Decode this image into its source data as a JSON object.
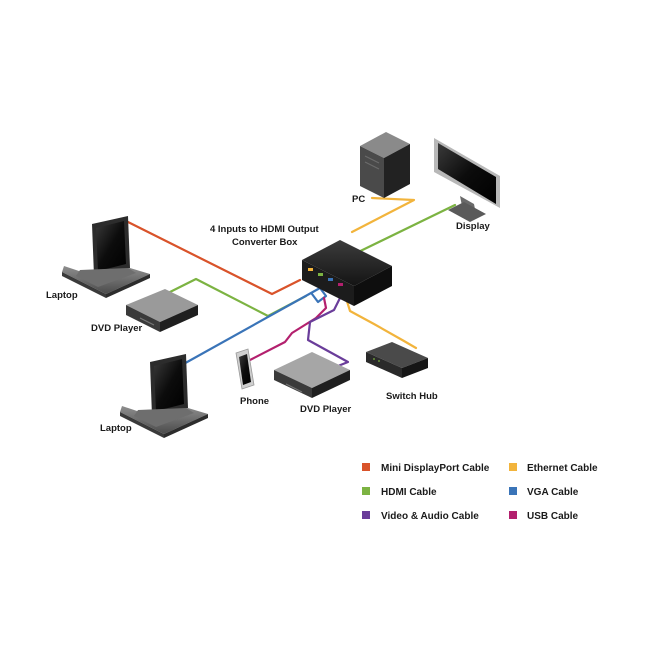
{
  "hub": {
    "title_line1": "4 Inputs to HDMI Output",
    "title_line2": "Converter Box"
  },
  "devices": {
    "laptop_top": "Laptop",
    "dvd_left": "DVD Player",
    "laptop_bottom": "Laptop",
    "phone": "Phone",
    "dvd_bottom": "DVD Player",
    "switch_hub": "Switch Hub",
    "pc": "PC",
    "display": "Display"
  },
  "legend": [
    {
      "label": "Mini DisplayPort Cable",
      "color": "#d9532a"
    },
    {
      "label": "HDMI Cable",
      "color": "#7cb342"
    },
    {
      "label": "Video & Audio Cable",
      "color": "#6a3d9a"
    },
    {
      "label": "Ethernet Cable",
      "color": "#f2b43c"
    },
    {
      "label": "VGA Cable",
      "color": "#3a74b8"
    },
    {
      "label": "USB Cable",
      "color": "#b3206e"
    }
  ]
}
